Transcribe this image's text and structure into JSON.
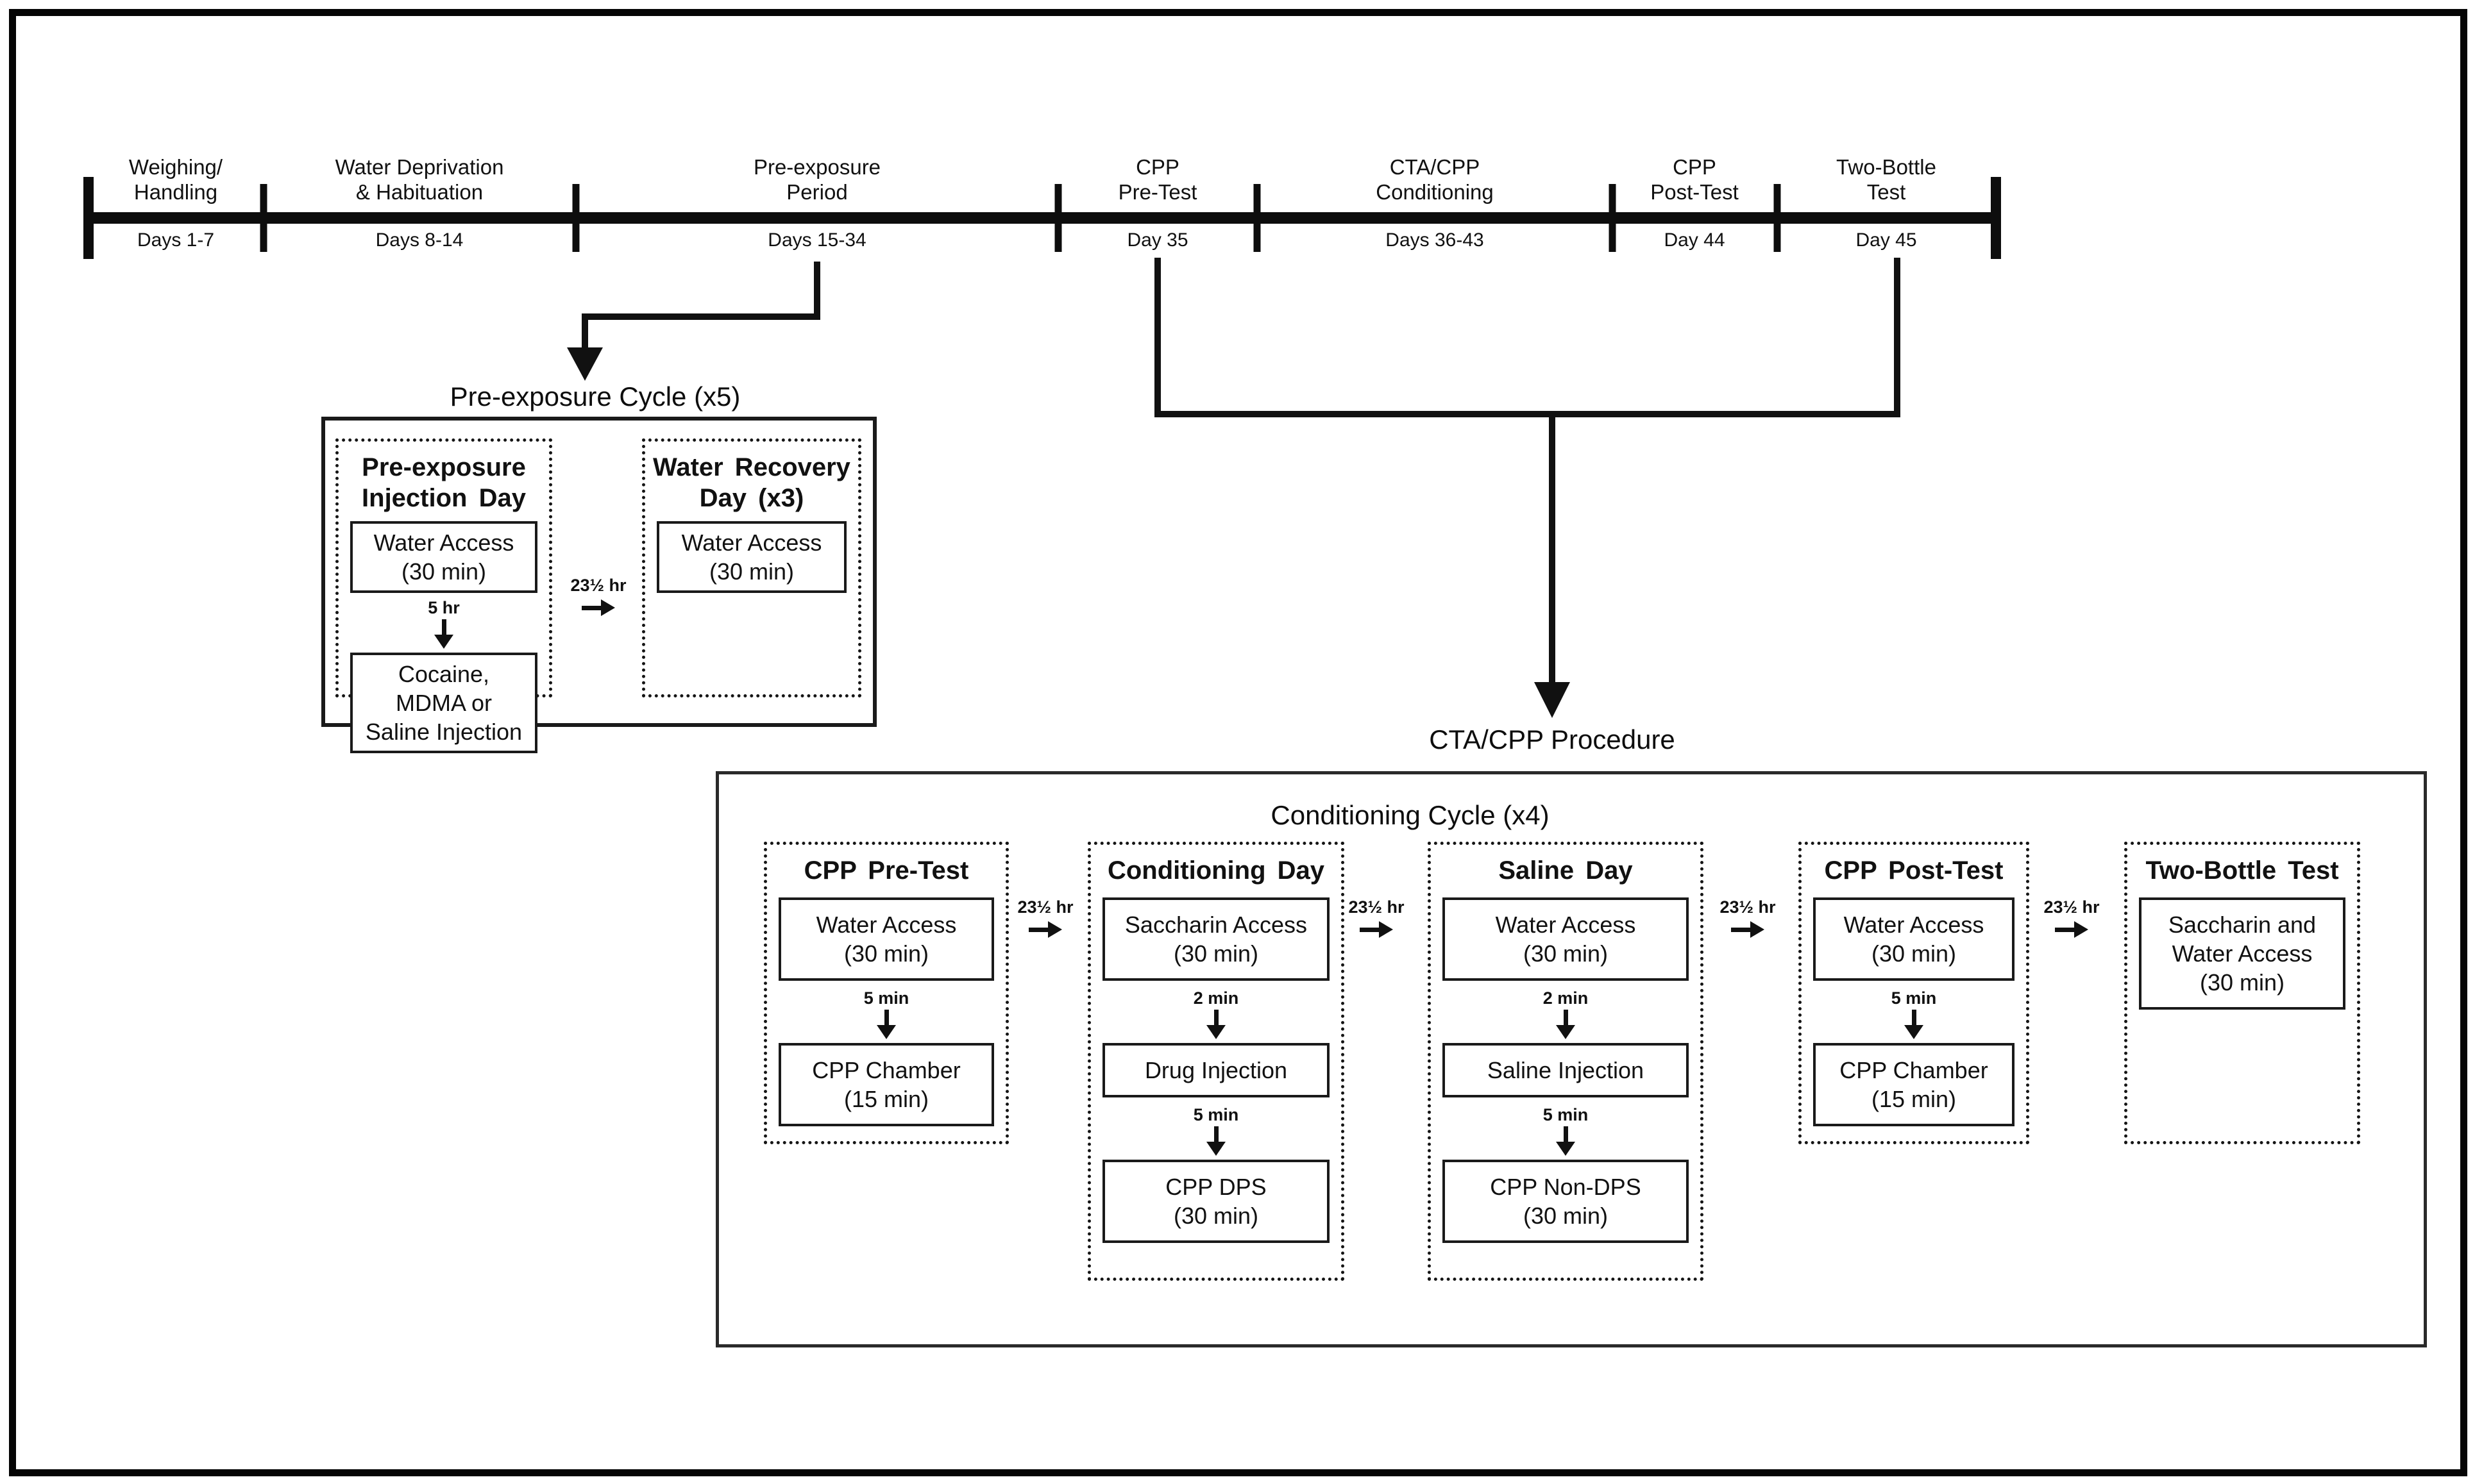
{
  "colors": {
    "ink": "#111111",
    "background": "#ffffff"
  },
  "icons": {
    "down-arrow": "css-triangle-down",
    "right-arrow": "css-triangle-right",
    "bracket-connector": "svg-lines"
  },
  "timeline": {
    "segments": [
      {
        "label": "Weighing/\nHandling",
        "days": "Days 1-7"
      },
      {
        "label": "Water Deprivation\n& Habituation",
        "days": "Days 8-14"
      },
      {
        "label": "Pre-exposure\nPeriod",
        "days": "Days 15-34"
      },
      {
        "label": "CPP\nPre-Test",
        "days": "Day 35"
      },
      {
        "label": "CTA/CPP\nConditioning",
        "days": "Days 36-43"
      },
      {
        "label": "CPP\nPost-Test",
        "days": "Day 44"
      },
      {
        "label": "Two-Bottle\nTest",
        "days": "Day 45"
      }
    ]
  },
  "pre_exposure_cycle": {
    "title": "Pre-exposure Cycle (x5)",
    "gap_label": "23½ hr",
    "injection_day": {
      "header": "Pre-exposure\nInjection Day",
      "step1": "Water Access\n(30 min)",
      "interval1": "5 hr",
      "step2": "Cocaine,\nMDMA or\nSaline Injection"
    },
    "recovery_day": {
      "header": "Water Recovery\nDay (x3)",
      "step1": "Water Access\n(30 min)"
    }
  },
  "cta_cpp": {
    "procedure_title": "CTA/CPP Procedure",
    "cycle_title": "Conditioning Cycle (x4)",
    "gap_label": "23½ hr",
    "cpp_pre_test": {
      "header": "CPP Pre-Test",
      "step1": "Water Access\n(30 min)",
      "interval1": "5 min",
      "step2": "CPP Chamber\n(15 min)"
    },
    "conditioning_day": {
      "header": "Conditioning Day",
      "step1": "Saccharin Access\n(30 min)",
      "interval1": "2 min",
      "step2": "Drug Injection",
      "interval2": "5 min",
      "step3": "CPP DPS\n(30 min)"
    },
    "saline_day": {
      "header": "Saline Day",
      "step1": "Water Access\n(30 min)",
      "interval1": "2 min",
      "step2": "Saline Injection",
      "interval2": "5 min",
      "step3": "CPP Non-DPS\n(30 min)"
    },
    "cpp_post_test": {
      "header": "CPP Post-Test",
      "step1": "Water Access\n(30 min)",
      "interval1": "5 min",
      "step2": "CPP Chamber\n(15 min)"
    },
    "two_bottle_test": {
      "header": "Two-Bottle Test",
      "step1": "Saccharin and\nWater Access\n(30 min)"
    }
  }
}
